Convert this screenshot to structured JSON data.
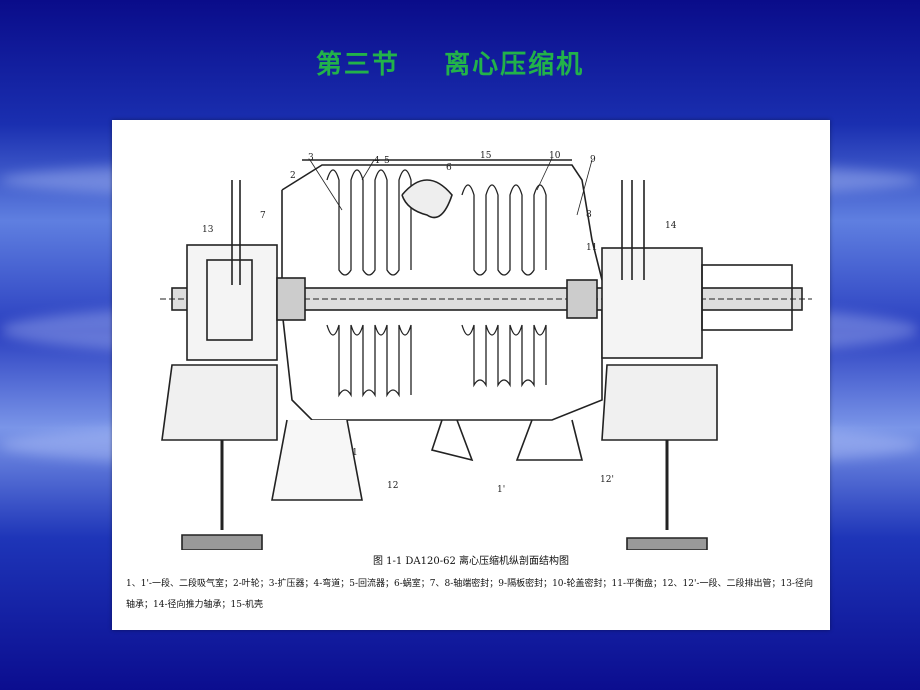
{
  "slide": {
    "title": "第三节    离心压缩机"
  },
  "figure": {
    "caption": "图 1-1    DA120-62 离心压缩机纵剖面结构图",
    "legend": "1、1'-一段、二段吸气室；2-叶轮；3-扩压器；4-弯道；5-回流器；6-蜗室；7、8-轴端密封；9-隔板密封；10-轮盖密封；11-平衡盘；12、12'-一段、二段排出管；13-径向轴承；14-径向推力轴承；15-机壳",
    "part_labels": [
      "3",
      "2",
      "4",
      "5",
      "6",
      "15",
      "10",
      "9",
      "8",
      "11",
      "14",
      "13",
      "7",
      "1",
      "12",
      "1'",
      "12'"
    ]
  },
  "colors": {
    "title_green": "#22b24a",
    "background_blue": "#1a2fb0",
    "panel_white": "#ffffff"
  }
}
